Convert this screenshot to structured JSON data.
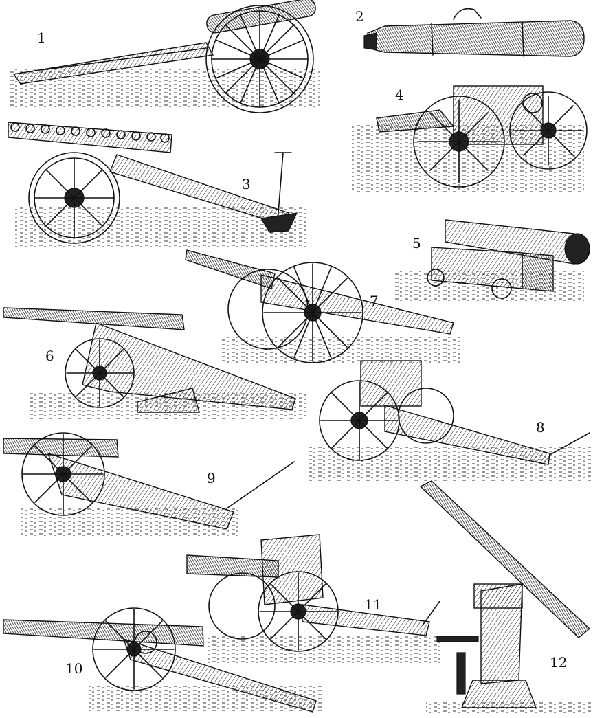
{
  "labels": {
    "n1": "1",
    "n2": "2",
    "n3": "3",
    "n4": "4",
    "n5": "5",
    "n6": "6",
    "n7": "7",
    "n8": "8",
    "n9": "9",
    "n10": "10",
    "n11": "11",
    "n12": "12"
  },
  "colors": {
    "ink": "#111111",
    "paper": "#ffffff"
  }
}
